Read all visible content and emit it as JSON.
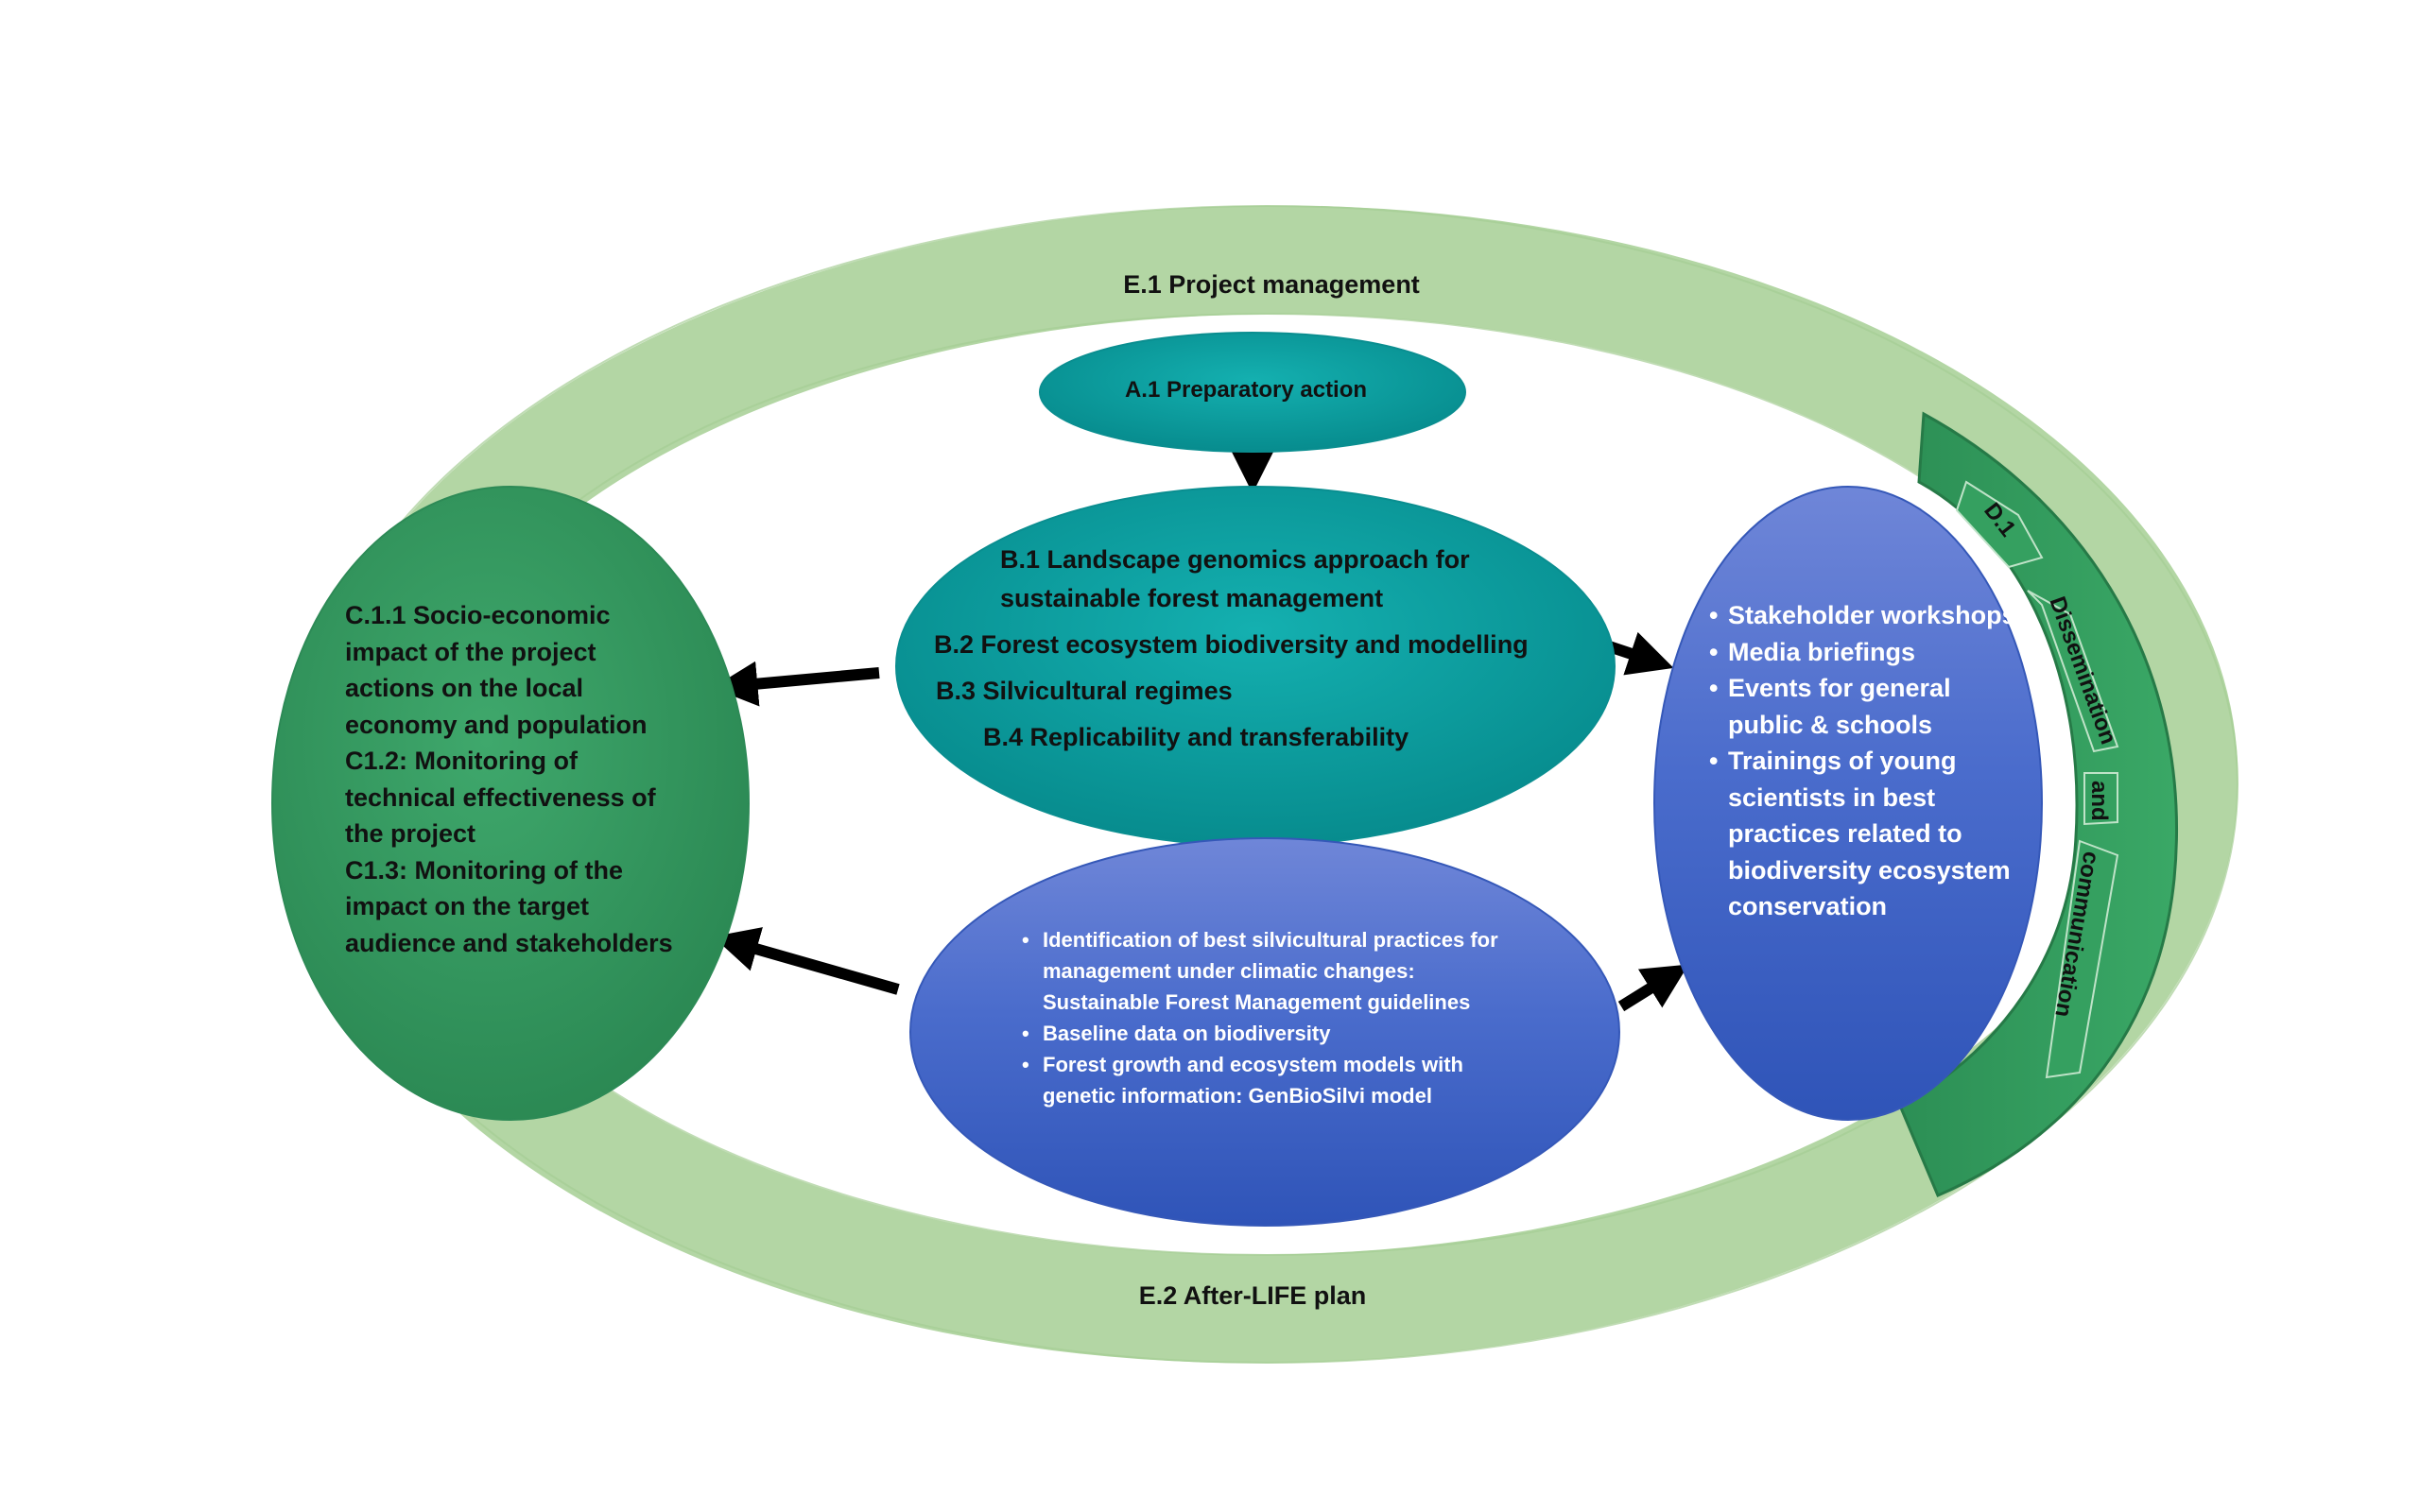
{
  "ring": {
    "top_label": "E.1 Project management",
    "bottom_label": "E.2 After-LIFE plan"
  },
  "preparatory": {
    "label": "A.1 Preparatory action"
  },
  "b_actions": [
    "B.1 Landscape genomics approach for",
    "sustainable forest management",
    "B.2 Forest ecosystem biodiversity and modelling",
    "B.3 Silvicultural regimes",
    "B.4 Replicability and transferability"
  ],
  "c_actions": [
    "C.1.1 Socio-economic impact of the project actions on the local economy and population",
    "C1.2: Monitoring of technical effectiveness of the project",
    "C1.3: Monitoring of the impact on the target audience and stakeholders"
  ],
  "outcomes": [
    "Identification of best silvicultural practices for management under climatic changes: Sustainable Forest Management guidelines",
    "Baseline data on biodiversity",
    "Forest growth and ecosystem models with genetic information: GenBioSilvi model"
  ],
  "dissemination_items": [
    "Stakeholder workshops",
    "Media briefings",
    "Events for general public & schools",
    "Trainings of young scientists in best practices related to biodiversity ecosystem conservation"
  ],
  "d_band": {
    "segments": [
      "D.1",
      "Dissemination",
      "and",
      "communication"
    ]
  },
  "colors": {
    "ring": "#b5d7a6",
    "ring_dark": "#9fc98e",
    "teal": "#0aa0a0",
    "green": "#379a62",
    "blue": "#4466cc",
    "band": "#2f9a5c",
    "arrow": "#000000"
  }
}
